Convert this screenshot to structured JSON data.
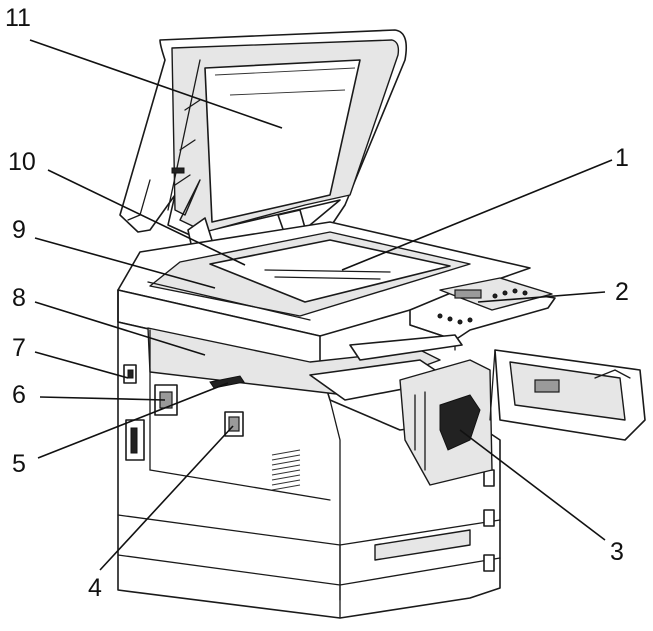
{
  "figure": {
    "callouts": [
      {
        "id": "c1",
        "number": "1"
      },
      {
        "id": "c2",
        "number": "2"
      },
      {
        "id": "c3",
        "number": "3"
      },
      {
        "id": "c4",
        "number": "4"
      },
      {
        "id": "c5",
        "number": "5"
      },
      {
        "id": "c6",
        "number": "6"
      },
      {
        "id": "c7",
        "number": "7"
      },
      {
        "id": "c8",
        "number": "8"
      },
      {
        "id": "c9",
        "number": "9"
      },
      {
        "id": "c10",
        "number": "10"
      },
      {
        "id": "c11",
        "number": "11"
      }
    ]
  }
}
